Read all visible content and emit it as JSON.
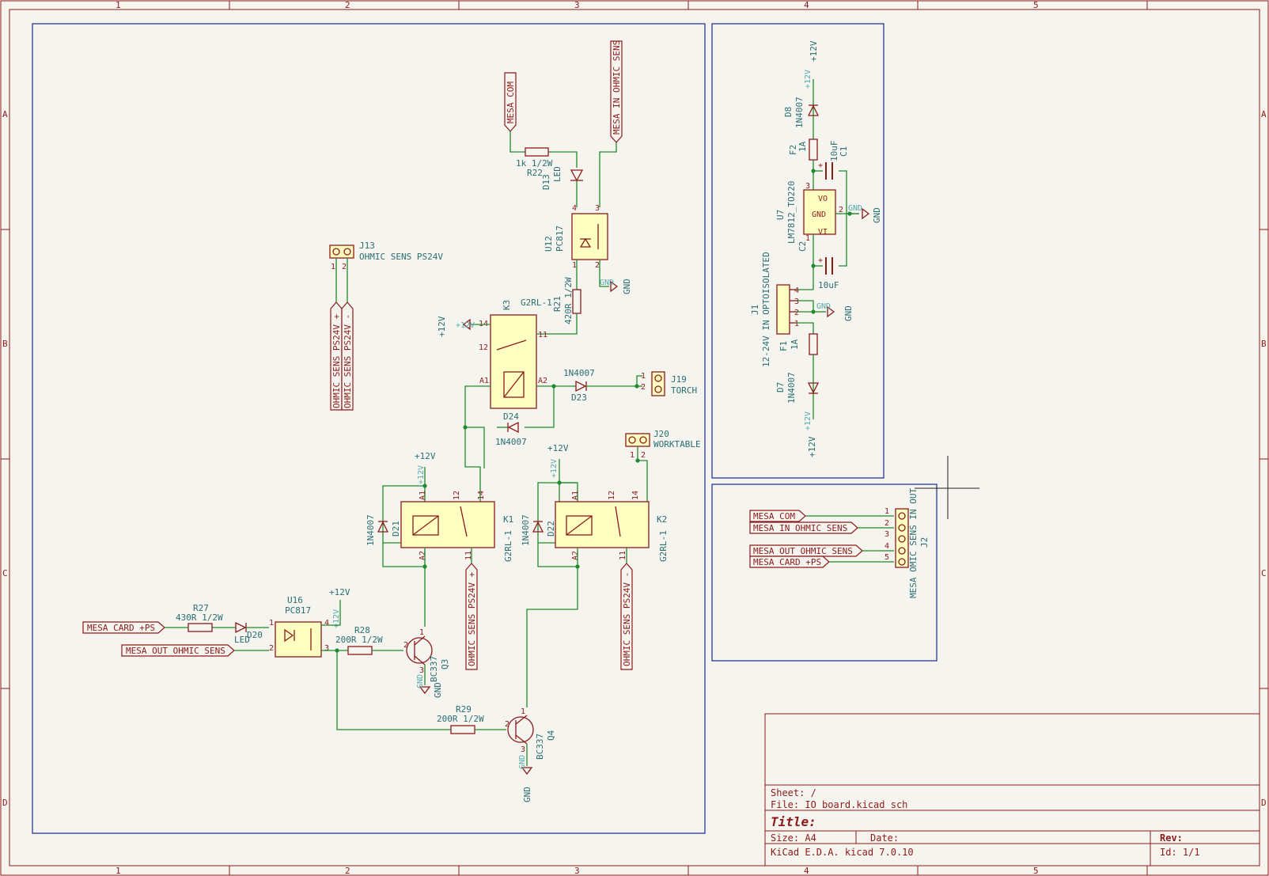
{
  "frame": {
    "cols": [
      "1",
      "2",
      "3",
      "4",
      "5"
    ],
    "rows": [
      "A",
      "B",
      "C",
      "D"
    ]
  },
  "labels": {
    "mesa_com": "MESA COM",
    "mesa_in_ohmic": "MESA IN OHMIC SENS",
    "mesa_card_ps": "MESA CARD +PS",
    "mesa_out_ohmic": "MESA OUT OHMIC SENS",
    "ohmic_ps_plus": "OHMIC SENS PS24V +",
    "ohmic_ps_minus": "OHMIC SENS PS24V -",
    "vcc12": "+12V",
    "gnd": "GND"
  },
  "components": {
    "r22": {
      "ref": "R22",
      "value": "1k 1/2W"
    },
    "d13": {
      "ref": "D13",
      "value": "LED"
    },
    "u12": {
      "ref": "U12",
      "value": "PC817"
    },
    "r21": {
      "ref": "R21",
      "value": "420R 1/2W"
    },
    "k3": {
      "ref": "K3",
      "value": "G2RL-1"
    },
    "j13": {
      "ref": "J13",
      "value": "OHMIC SENS PS24V"
    },
    "d23": {
      "ref": "D23",
      "value": "1N4007"
    },
    "d24": {
      "ref": "D24",
      "value": "1N4007"
    },
    "j19": {
      "ref": "J19",
      "value": "TORCH"
    },
    "j20": {
      "ref": "J20",
      "value": "WORKTABLE"
    },
    "k1": {
      "ref": "K1",
      "value": "G2RL-1"
    },
    "k2": {
      "ref": "K2",
      "value": "G2RL-1"
    },
    "d21": {
      "ref": "D21",
      "value": "1N4007"
    },
    "d22": {
      "ref": "D22",
      "value": "1N4007"
    },
    "r27": {
      "ref": "R27",
      "value": "430R 1/2W"
    },
    "d20": {
      "ref": "D20",
      "value": "LED"
    },
    "u16": {
      "ref": "U16",
      "value": "PC817"
    },
    "r28": {
      "ref": "R28",
      "value": "200R 1/2W"
    },
    "q3": {
      "ref": "Q3",
      "value": "BC337"
    },
    "r29": {
      "ref": "R29",
      "value": "200R 1/2W"
    },
    "q4": {
      "ref": "Q4",
      "value": "BC337"
    },
    "d8": {
      "ref": "D8",
      "value": "1N4007"
    },
    "f2": {
      "ref": "F2",
      "value": "1A"
    },
    "c1": {
      "ref": "C1",
      "value": "10uF"
    },
    "u7": {
      "ref": "U7",
      "value": "LM7812_TO220"
    },
    "c2": {
      "ref": "C2",
      "value": "10uF"
    },
    "j1": {
      "ref": "J1",
      "value": "12-24V IN OPTOISOLATED"
    },
    "f1": {
      "ref": "F1",
      "value": "1A"
    },
    "d7": {
      "ref": "D7",
      "value": "1N4007"
    },
    "j2": {
      "ref": "J2",
      "value": "MESA OMIC SENS IN OUT"
    }
  },
  "u7_pins": {
    "vo": "VO",
    "vi": "VI",
    "gnd": "GND"
  },
  "title_block": {
    "sheet": "Sheet: /",
    "file": "File: IO board.kicad_sch",
    "title": "Title:",
    "size": "Size: A4",
    "date": "Date:",
    "rev": "Rev:",
    "tool": "KiCad E.D.A.  kicad 7.0.10",
    "id": "Id: 1/1"
  }
}
